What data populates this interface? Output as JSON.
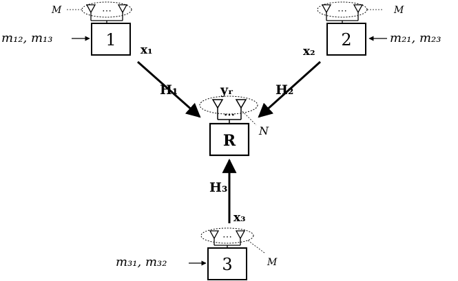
{
  "diagram": {
    "nodes": [
      {
        "id": "1",
        "label": "1",
        "antenna_label": "M",
        "messages": "m₁₂, m₁₃",
        "signal": "x₁",
        "channel": "H₁"
      },
      {
        "id": "2",
        "label": "2",
        "antenna_label": "M",
        "messages": "m₂₁, m₂₃",
        "signal": "x₂",
        "channel": "H₂"
      },
      {
        "id": "3",
        "label": "3",
        "antenna_label": "M",
        "messages": "m₃₁, m₃₂",
        "signal": "x₃",
        "channel": "H₃"
      }
    ],
    "relay": {
      "label": "R",
      "antenna_label": "N",
      "received": "yᵣ"
    },
    "antenna_ellipsis": "⋯"
  }
}
